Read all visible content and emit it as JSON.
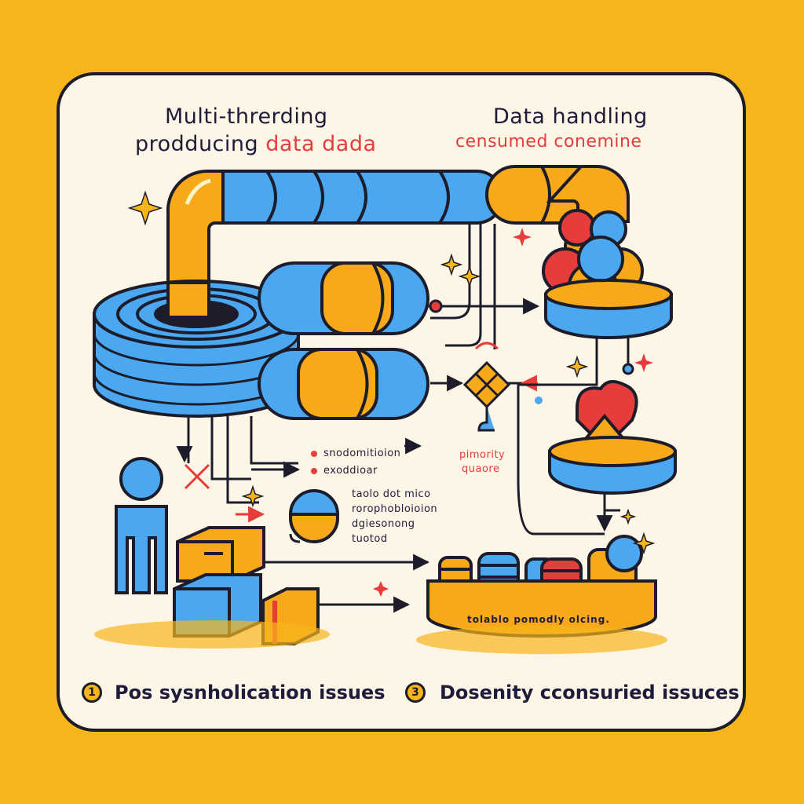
{
  "left_header": {
    "line1": "Multi-threrding",
    "line2_black": "prodducing",
    "line2_red": "data dada"
  },
  "right_header": {
    "line1": "Data handling",
    "line2": "censumed conemine"
  },
  "left_notes": [
    "snodomitioion",
    "exoddioar"
  ],
  "priority_label": [
    "pimority",
    "quaore"
  ],
  "middle_notes": [
    "taolo dot mico",
    "rorophobloioion",
    "dgiesonong",
    "tuotod"
  ],
  "tray_label": "tolablo pomodly olcing.",
  "footer": [
    {
      "number": "1",
      "text": "Pos  sysnholication issues"
    },
    {
      "number": "3",
      "text": "Dosenity cconsuried issuces"
    }
  ],
  "colors": {
    "background": "#f7b51c",
    "card": "#fdf6e6",
    "blue": "#4ba8f0",
    "orange": "#f7a91a",
    "red": "#e63c3c",
    "outline": "#1c1c2a"
  },
  "icons": [
    "pipeline",
    "coil",
    "person-icon",
    "box-icon",
    "consumer-bowl-icon",
    "priority-queue-icon",
    "sparkle-icon",
    "tray-icon"
  ]
}
